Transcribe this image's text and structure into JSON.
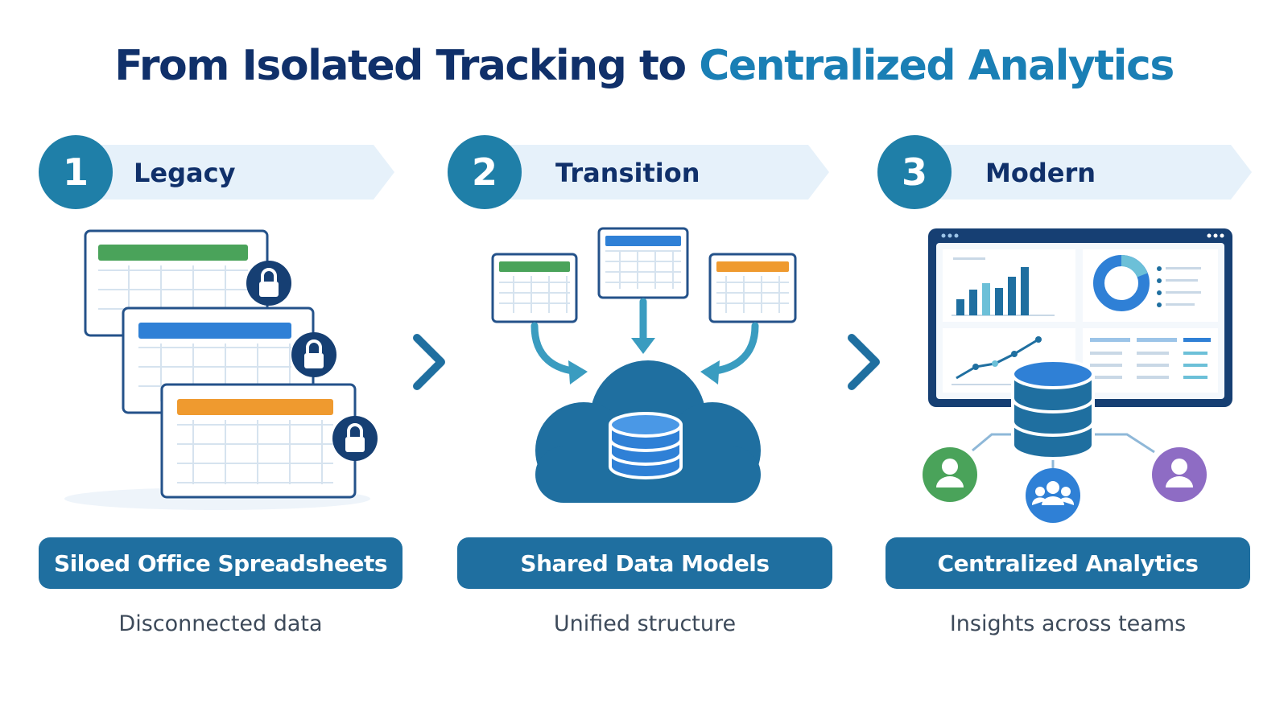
{
  "title": {
    "part1": "From Isolated Tracking to",
    "part2": "Centralized Analytics"
  },
  "steps": [
    {
      "number": "1",
      "label": "Legacy",
      "pill": "Siloed Office Spreadsheets",
      "caption": "Disconnected data"
    },
    {
      "number": "2",
      "label": "Transition",
      "pill": "Shared Data Models",
      "caption": "Unified structure"
    },
    {
      "number": "3",
      "label": "Modern",
      "pill": "Centralized Analytics",
      "caption": "Insights across teams"
    }
  ],
  "colors": {
    "navy": "#10306a",
    "accent": "#1a7fb5",
    "primary": "#1f6fa0",
    "banner": "#e6f1fa",
    "green": "#4aa35a",
    "blue": "#2f80d6",
    "orange": "#ef9a2f",
    "purple": "#8e6cc4"
  },
  "icons": [
    "lock-icon",
    "cloud-icon",
    "database-icon",
    "chevron-right-icon",
    "user-icon",
    "team-icon",
    "dashboard-icon"
  ]
}
